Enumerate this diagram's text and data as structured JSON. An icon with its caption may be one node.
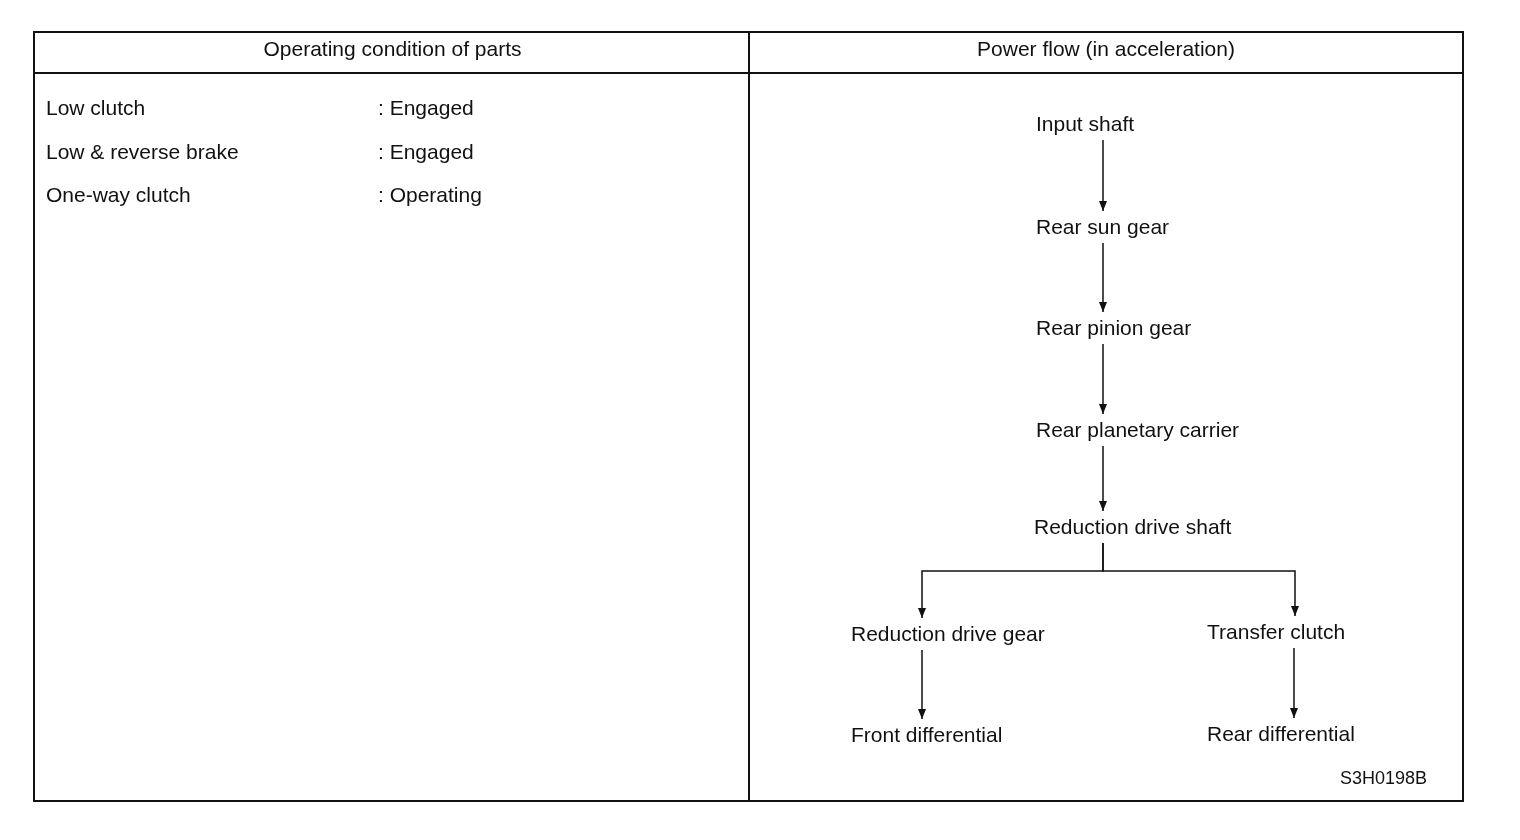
{
  "diagram": {
    "nodes": [
      {
        "text": [
          "Input shaft"
        ]
      },
      {
        "text": [
          "Rear sun gear"
        ]
      },
      {
        "text": [
          "Rear pinion gear"
        ]
      },
      {
        "text": [
          "Rear planetary carrier"
        ]
      },
      {
        "text": [
          "Reduction drive shaft"
        ]
      },
      {
        "text": [
          "Reduction drive gear"
        ]
      },
      {
        "text": [
          "Transfer clutch"
        ]
      },
      {
        "text": [
          "Front differential"
        ]
      },
      {
        "text": [
          "Rear differential"
        ]
      }
    ],
    "edges": [
      {
        "from": 0,
        "to": 1,
        "arrow": "to"
      },
      {
        "from": 1,
        "to": 2,
        "arrow": "to"
      },
      {
        "from": 2,
        "to": 3,
        "arrow": "to"
      },
      {
        "from": 3,
        "to": 4,
        "arrow": "to"
      },
      {
        "from": 4,
        "to": 5,
        "arrow": "to"
      },
      {
        "from": 4,
        "to": 6,
        "arrow": "to"
      },
      {
        "from": 5,
        "to": 7,
        "arrow": "to"
      },
      {
        "from": 6,
        "to": 8,
        "arrow": "to"
      }
    ],
    "labels": [
      "Operating condition of parts",
      "Power flow (in acceleration)",
      "Low clutch",
      ": Engaged",
      "Low & reverse brake",
      ": Engaged",
      "One-way clutch",
      ": Operating",
      "S3H0198B"
    ]
  }
}
